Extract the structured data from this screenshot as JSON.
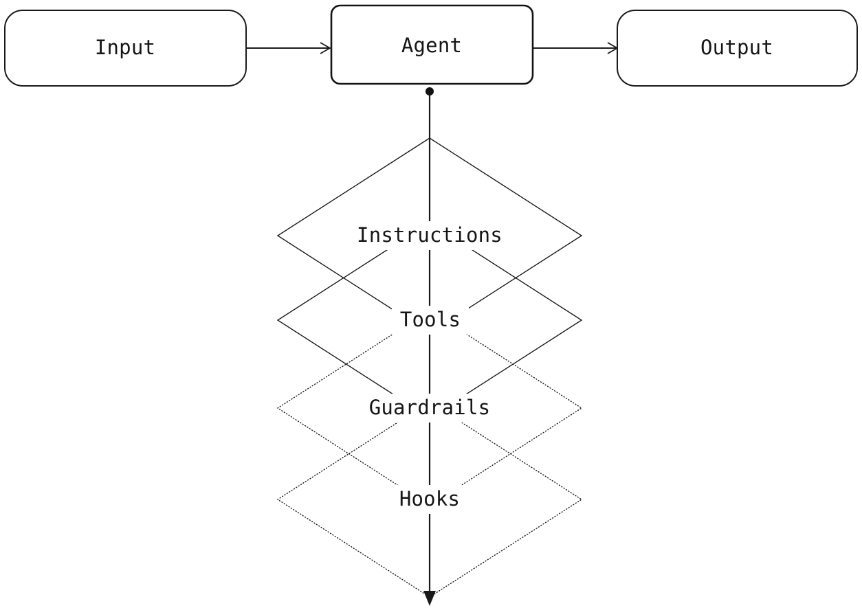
{
  "diagram": {
    "title": "Agent loop diagram",
    "background_color": "#ffffff",
    "line_color": "#1a1a1a",
    "text_color": "#161616",
    "emphasis_fill": "#ededed"
  },
  "flow": {
    "input_label": "Input",
    "agent_label": "Agent",
    "output_label": "Output",
    "arrow_in_name": "input-to-agent-arrow",
    "arrow_out_name": "agent-to-output-arrow"
  },
  "layers": [
    {
      "label": "Instructions",
      "style": "solid"
    },
    {
      "label": "Tools",
      "style": "solid"
    },
    {
      "label": "Guardrails",
      "style": "dotted"
    },
    {
      "label": "Hooks",
      "style": "dotted"
    }
  ],
  "spine": {
    "start_marker": "filled-dot",
    "end_marker": "arrowhead-down"
  }
}
